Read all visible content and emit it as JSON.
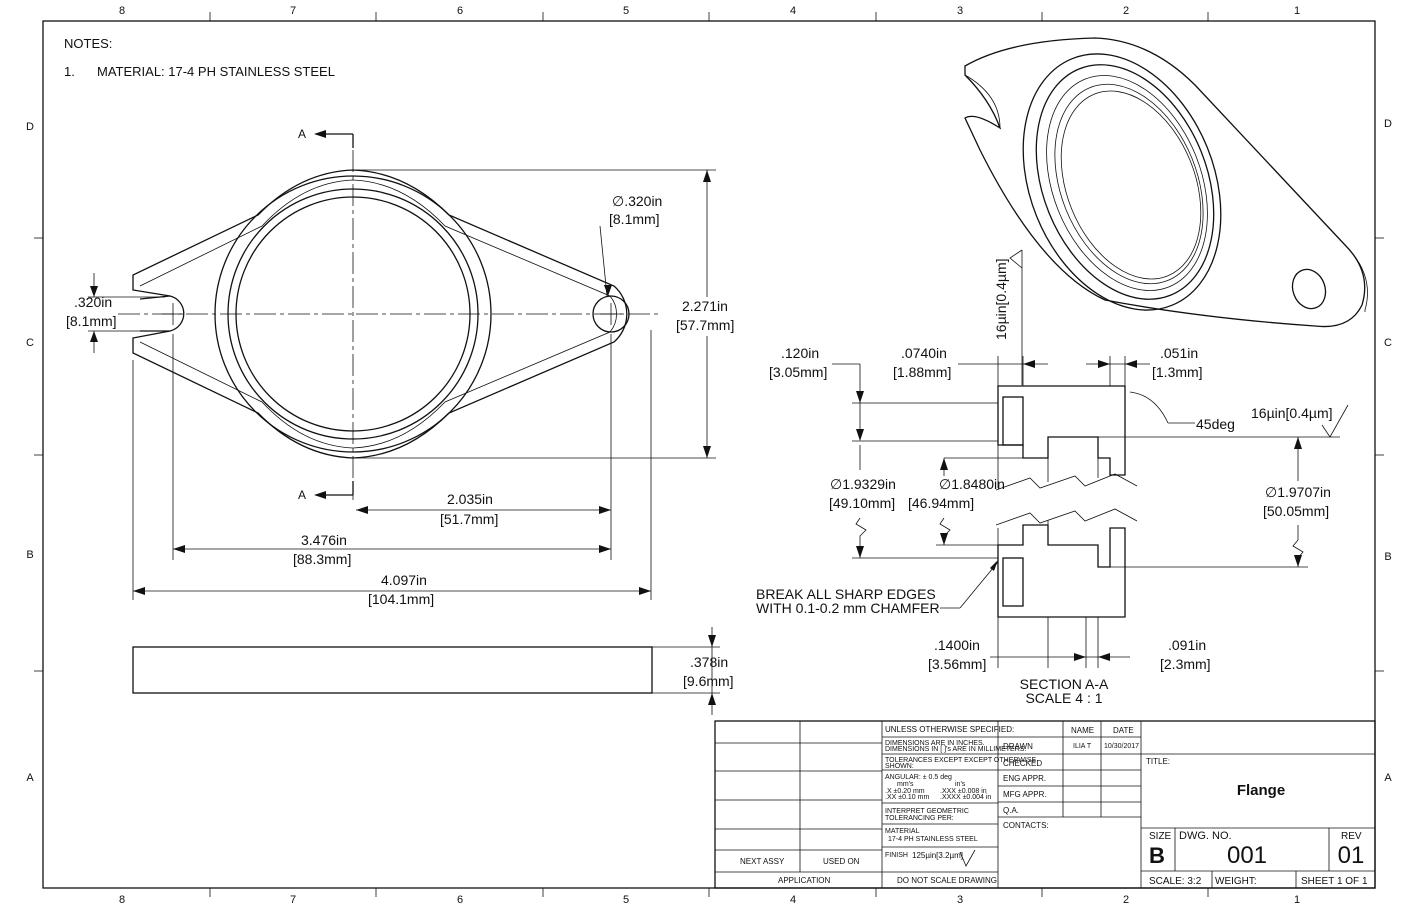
{
  "border": {
    "cols_top": [
      "8",
      "7",
      "6",
      "5",
      "4",
      "3",
      "2",
      "1"
    ],
    "cols_bottom": [
      "8",
      "7",
      "6",
      "5",
      "4",
      "3",
      "2",
      "1"
    ],
    "rows": [
      "D",
      "C",
      "B",
      "A"
    ]
  },
  "notes": {
    "heading": "NOTES:",
    "item_number": "1.",
    "item_text": "MATERIAL: 17-4 PH STAINLESS STEEL"
  },
  "front_view": {
    "section_marker": "A",
    "hole_dim_in": "∅.320in",
    "hole_dim_mm": "[8.1mm]",
    "slot_dim_in": ".320in",
    "slot_dim_mm": "[8.1mm]",
    "height_in": "2.271in",
    "height_mm": "[57.7mm]",
    "center_to_hole_in": "2.035in",
    "center_to_hole_mm": "[51.7mm]",
    "hole_span_in": "3.476in",
    "hole_span_mm": "[88.3mm]",
    "overall_in": "4.097in",
    "overall_mm": "[104.1mm]"
  },
  "side_view": {
    "thickness_in": ".378in",
    "thickness_mm": "[9.6mm]"
  },
  "section": {
    "surface_finish_vertical": "16µin[0.4µm]",
    "surface_finish_right": "16µin[0.4µm]",
    "d_120_in": ".120in",
    "d_120_mm": "[3.05mm]",
    "d_0740_in": ".0740in",
    "d_0740_mm": "[1.88mm]",
    "d_051_in": ".051in",
    "d_051_mm": "[1.3mm]",
    "chamfer_angle": "45deg",
    "dia1_in": "∅1.9329in",
    "dia1_mm": "[49.10mm]",
    "dia2_in": "∅1.8480in",
    "dia2_mm": "[46.94mm]",
    "dia3_in": "∅1.9707in",
    "dia3_mm": "[50.05mm]",
    "break_edges_1": "BREAK ALL SHARP EDGES",
    "break_edges_2": "WITH 0.1-0.2 mm CHAMFER",
    "d_1400_in": ".1400in",
    "d_1400_mm": "[3.56mm]",
    "d_091_in": ".091in",
    "d_091_mm": "[2.3mm]",
    "label": "SECTION A-A",
    "scale": "SCALE 4 : 1"
  },
  "title_block": {
    "unless": "UNLESS OTHERWISE SPECIFIED:",
    "dims_1": "DIMENSIONS ARE IN INCHES.",
    "dims_2": "DIMENSIONS IN [ ]'s ARE IN MILLIMETERS.",
    "tol_1": "TOLERANCES EXCEPT EXCEPT OTHERWISE",
    "tol_2": "SHOWN:",
    "angular": "ANGULAR: ± 0.5 deg",
    "units_mm": "mm's",
    "units_in": "in's",
    "tol_x": ".X    ±0.20 mm",
    "tol_xx": ".XX  ±0.10 mm",
    "tol_xxx": ".XXX  ±0.008 in",
    "tol_xxxx": ".XXXX ±0.004 in",
    "geom_1": "INTERPRET GEOMETRIC",
    "geom_2": "TOLERANCING PER:",
    "material_label": "MATERIAL",
    "material_value": "17-4 PH STAINLESS STEEL",
    "finish_label": "FINISH",
    "finish_value": "125µin[3.2µm]",
    "no_scale": "DO NOT SCALE DRAWING",
    "next_assy": "NEXT ASSY",
    "used_on": "USED ON",
    "application": "APPLICATION",
    "col_name": "NAME",
    "col_date": "DATE",
    "drawn": "DRAWN",
    "drawn_name": "ILIA T",
    "drawn_date": "10/30/2017",
    "checked": "CHECKED",
    "eng_appr": "ENG APPR.",
    "mfg_appr": "MFG APPR.",
    "qa": "Q.A.",
    "contacts": "CONTACTS:",
    "title_label": "TITLE:",
    "title": "Flange",
    "size_label": "SIZE",
    "size": "B",
    "dwg_no_label": "DWG.  NO.",
    "dwg_no": "001",
    "rev_label": "REV",
    "rev": "01",
    "scale": "SCALE: 3:2",
    "weight": "WEIGHT:",
    "sheet": "SHEET 1 OF 1"
  }
}
